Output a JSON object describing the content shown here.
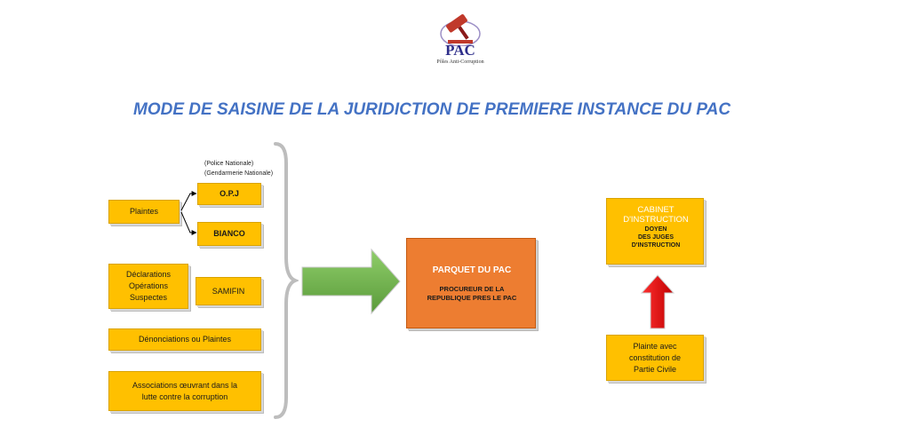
{
  "logo": {
    "text": "PAC",
    "subtitle": "Pôles Anti-Corruption"
  },
  "title": "MODE DE SAISINE DE LA JURIDICTION DE PREMIERE INSTANCE DU PAC",
  "left": {
    "police_note_1": "(Police Nationale)",
    "police_note_2": "(Gendarmerie Nationale)",
    "opj": "O.P.J",
    "plaintes": "Plaintes",
    "bianco": "BIANCO",
    "declarations_1": "Déclarations",
    "declarations_2": "Opérations",
    "declarations_3": "Suspectes",
    "samifin": "SAMIFIN",
    "denonciations": "Dénonciations ou Plaintes",
    "associations_1": "Associations œuvrant dans la",
    "associations_2": "lutte contre la corruption"
  },
  "parquet": {
    "title": "PARQUET DU PAC",
    "sub_1": "PROCUREUR DE LA",
    "sub_2": "REPUBLIQUE PRES LE PAC"
  },
  "cabinet": {
    "line_1": "CABINET",
    "line_2": "D'INSTRUCTION",
    "line_3": "DOYEN",
    "line_4": "DES JUGES",
    "line_5": "D'INSTRUCTION"
  },
  "plainte": {
    "line_1": "Plainte avec",
    "line_2": "constitution de",
    "line_3": "Partie Civile"
  },
  "colors": {
    "title": "#4472c4",
    "box": "#ffc000",
    "parquet": "#ed7d31",
    "green_arrow": "#70ad47",
    "red_arrow": "#ff0000"
  }
}
